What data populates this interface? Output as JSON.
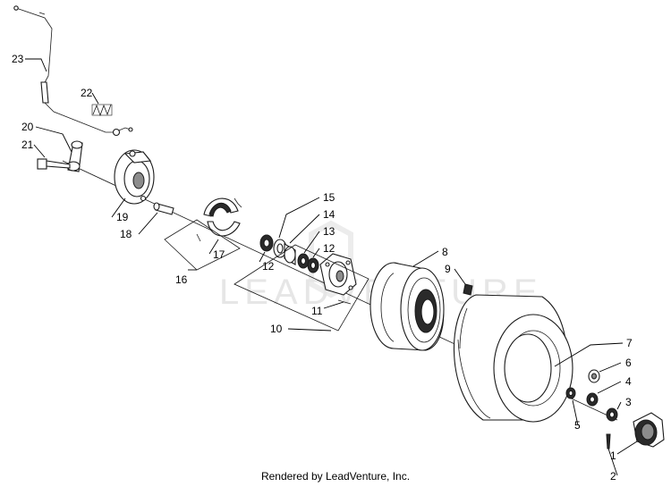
{
  "watermark": "LEADVENTURE",
  "footer": "Rendered by LeadVenture, Inc.",
  "callouts": {
    "c1": "1",
    "c2": "2",
    "c3": "3",
    "c4": "4",
    "c5": "5",
    "c6": "6",
    "c7": "7",
    "c8": "8",
    "c9": "9",
    "c10": "10",
    "c11": "11",
    "c12a": "12",
    "c12b": "12",
    "c13": "13",
    "c14": "14",
    "c15": "15",
    "c16": "16",
    "c17": "17",
    "c18": "18",
    "c19": "19",
    "c20": "20",
    "c21": "21",
    "c22": "22",
    "c23": "23"
  }
}
